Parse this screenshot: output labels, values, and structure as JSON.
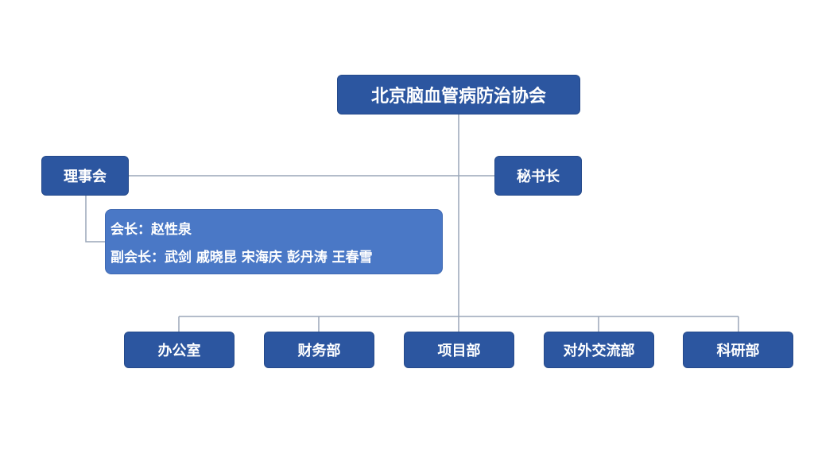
{
  "org_chart": {
    "root": {
      "label": "北京脑血管病防治协会"
    },
    "board": {
      "label": "理事会"
    },
    "secretary": {
      "label": "秘书长"
    },
    "leaders": {
      "president": "会长：赵性泉",
      "vice_presidents": "副会长：武剑 戚晓昆 宋海庆 彭丹涛 王春雪"
    },
    "departments": [
      {
        "label": "办公室"
      },
      {
        "label": "财务部"
      },
      {
        "label": "项目部"
      },
      {
        "label": "对外交流部"
      },
      {
        "label": "科研部"
      }
    ]
  },
  "colors": {
    "box_dark": "#2c56a0",
    "box_light": "#4a78c6",
    "connector": "#9aa6b8"
  }
}
